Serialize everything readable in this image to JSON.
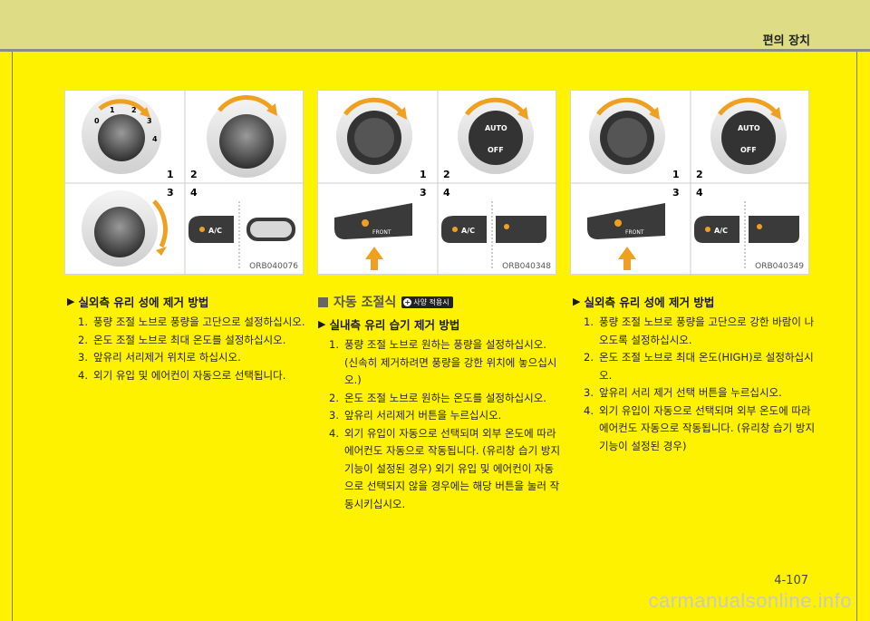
{
  "header": {
    "title": "편의 장치"
  },
  "figures": [
    {
      "code": "ORB040076",
      "labels": [
        "1",
        "2",
        "3",
        "4"
      ],
      "dial_numbers": [
        "0",
        "1",
        "2",
        "3",
        "4"
      ],
      "ac_label": "A/C"
    },
    {
      "code": "ORB040348",
      "labels": [
        "1",
        "2",
        "3",
        "4"
      ],
      "auto_label": "AUTO",
      "off_label": "OFF",
      "front_label": "FRONT",
      "ac_label": "A/C"
    },
    {
      "code": "ORB040349",
      "labels": [
        "1",
        "2",
        "3",
        "4"
      ],
      "auto_label": "AUTO",
      "off_label": "OFF",
      "front_label": "FRONT",
      "ac_label": "A/C"
    }
  ],
  "left_column": {
    "heading": "실외측 유리 성에 제거 방법",
    "steps": [
      {
        "num": "1.",
        "text": "풍량 조절 노브로 풍량을 고단으로 설정하십시오."
      },
      {
        "num": "2.",
        "text": "온도 조절 노브로 최대 온도를 설정하십시오."
      },
      {
        "num": "3.",
        "text": "앞유리 서리제거 위치로 하십시오."
      },
      {
        "num": "4.",
        "text": "외기 유입 및 에어컨이 자동으로 선택됩니다."
      }
    ]
  },
  "middle_column": {
    "section_title": "자동 조절식",
    "badge": "사양 적용시",
    "heading": "실내측 유리 습기 제거 방법",
    "steps": [
      {
        "num": "1.",
        "text": "풍량 조절 노브로 원하는 풍량을 설정하십시오. (신속히 제거하려면 풍량을 강한 위치에 놓으십시오.)"
      },
      {
        "num": "2.",
        "text": "온도 조절 노브로 원하는 온도를 설정하십시오."
      },
      {
        "num": "3.",
        "text": "앞유리 서리제거 버튼을 누르십시오."
      },
      {
        "num": "4.",
        "text": "외기 유입이 자동으로 선택되며 외부 온도에 따라 에어컨도 자동으로 작동됩니다. (유리창 습기 방지 기능이 설정된 경우) 외기 유입 및 에어컨이 자동으로 선택되지 않을 경우에는 해당 버튼을 눌러 작동시키십시오."
      }
    ]
  },
  "right_column": {
    "heading": "실외측 유리 성에 제거 방법",
    "steps": [
      {
        "num": "1.",
        "text": "풍량 조절 노브로 풍량을 고단으로 강한 바람이 나오도록 설정하십시오."
      },
      {
        "num": "2.",
        "text": "온도 조절 노브로 최대 온도(HIGH)로 설정하십시오."
      },
      {
        "num": "3.",
        "text": "앞유리 서리 제거 선택 버튼을 누르십시오."
      },
      {
        "num": "4.",
        "text": "외기 유입이 자동으로 선택되며 외부 온도에 따라 에어컨도 자동으로 작동됩니다. (유리창 습기 방지 기능이 설정된 경우)"
      }
    ]
  },
  "footer": {
    "page_number": "4-107",
    "watermark": "carmanualsonline.info"
  },
  "colors": {
    "page_bg": "#fff200",
    "header_bg": "#dedd85",
    "rule": "#8a8a84"
  }
}
